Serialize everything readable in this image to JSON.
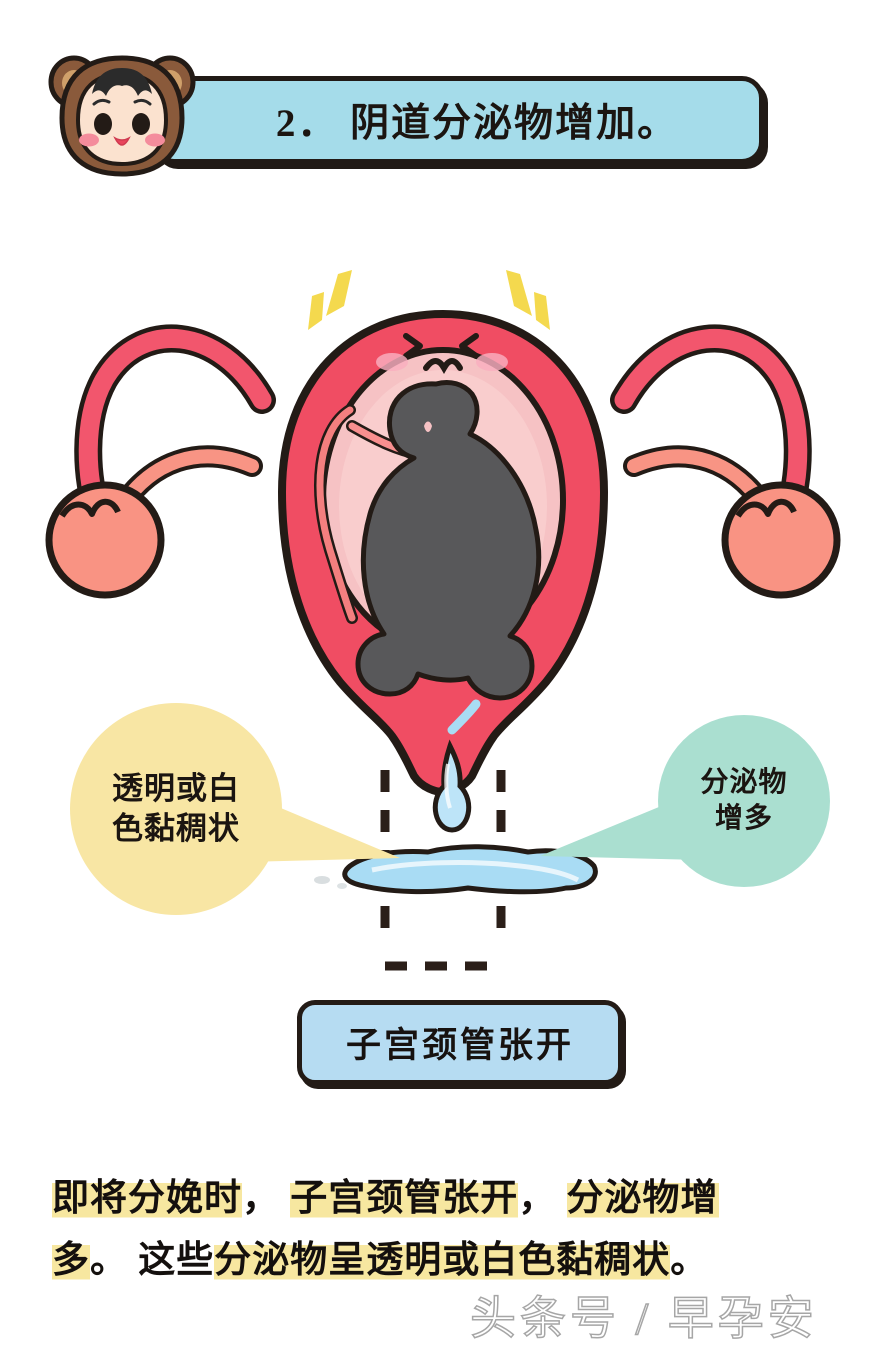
{
  "header": {
    "number_and_title": "2． 阴道分泌物增加。",
    "banner_color": "#a5dcea",
    "mascot_icon": "bear-hood-baby-icon"
  },
  "illustration": {
    "alt_name": "uterus-fetus-diagram",
    "uterus_wall_color": "#f04d63",
    "uterus_cavity_color": "#f6c2c4",
    "fetus_color": "#58585a",
    "ovary_color": "#f99383",
    "discharge_color": "#a9dcf4",
    "emphasis_mark_color": "#f4d94e",
    "face": {
      "expression": "squinting-pain",
      "blush_color": "#f9aec0"
    }
  },
  "callouts": {
    "left": {
      "line1": "透明或白",
      "line2": "色黏稠状",
      "color": "#f8e6a4"
    },
    "right": {
      "line1": "分泌物",
      "line2": "增多",
      "color": "#aadfd0"
    }
  },
  "cervix_label": {
    "text": "子宫颈管张开",
    "color": "#b6dcf2"
  },
  "caption": {
    "seg1_highlight": "即将分娩时",
    "seg1_punct": "，",
    "seg2_highlight": "子宫颈管张开",
    "seg2_punct": "，",
    "seg3_highlight": "分泌物增",
    "seg4_highlight": "多",
    "seg4_punct": "。",
    "seg5_plain": "这些",
    "seg6_highlight": "分泌物呈透明或白色黏稠状",
    "seg6_punct": "。"
  },
  "watermark": {
    "text": "头条号 / 早孕安"
  }
}
